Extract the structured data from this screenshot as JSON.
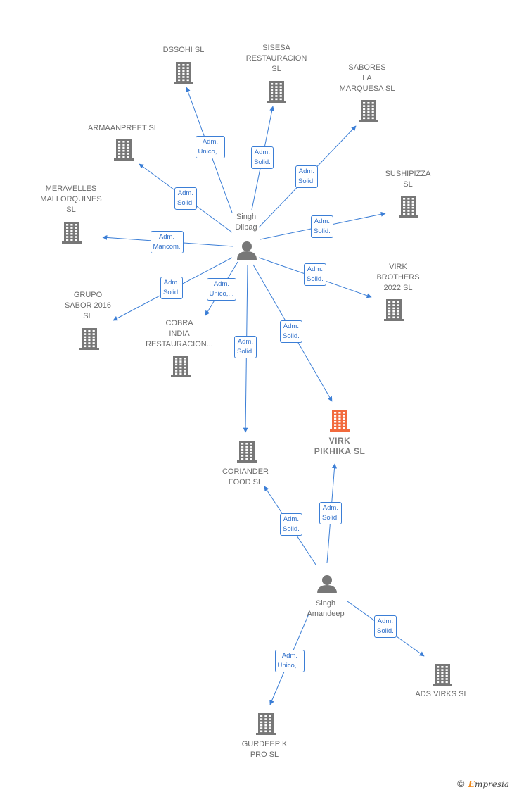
{
  "colors": {
    "edge": "#3b7ed6",
    "company": "#777777",
    "highlight": "#f26a3d",
    "person": "#777777"
  },
  "people": [
    {
      "id": "dilbag",
      "name": "Singh\nDilbag"
    },
    {
      "id": "amandeep",
      "name": "Singh\nAmandeep"
    }
  ],
  "companies": [
    {
      "id": "dssohi",
      "name": "DSSOHI  SL"
    },
    {
      "id": "sisesa",
      "name": "SISESA\nRESTAURACION\nSL"
    },
    {
      "id": "sabores",
      "name": "SABORES\nLA\nMARQUESA  SL"
    },
    {
      "id": "armaan",
      "name": "ARMAANPREET SL"
    },
    {
      "id": "sushi",
      "name": "SUSHIPIZZA\nSL"
    },
    {
      "id": "meravelles",
      "name": "MERAVELLES\nMALLORQUINES\nSL"
    },
    {
      "id": "virkbro",
      "name": "VIRK\nBROTHERS\n2022  SL"
    },
    {
      "id": "grupo",
      "name": "GRUPO\nSABOR 2016\nSL"
    },
    {
      "id": "cobra",
      "name": "COBRA\nINDIA\nRESTAURACION..."
    },
    {
      "id": "virkpik",
      "name": "VIRK\nPIKHIKA  SL",
      "highlight": true
    },
    {
      "id": "coriander",
      "name": "CORIANDER\nFOOD  SL"
    },
    {
      "id": "adsvirks",
      "name": "ADS VIRKS  SL"
    },
    {
      "id": "gurdeep",
      "name": "GURDEEP K\nPRO  SL"
    }
  ],
  "edges": [
    {
      "from": "dilbag",
      "to": "dssohi",
      "label": "Adm.\nUnico,..."
    },
    {
      "from": "dilbag",
      "to": "sisesa",
      "label": "Adm.\nSolid."
    },
    {
      "from": "dilbag",
      "to": "sabores",
      "label": "Adm.\nSolid."
    },
    {
      "from": "dilbag",
      "to": "armaan",
      "label": "Adm.\nSolid."
    },
    {
      "from": "dilbag",
      "to": "sushi",
      "label": "Adm.\nSolid."
    },
    {
      "from": "dilbag",
      "to": "meravelles",
      "label": "Adm.\nMancom."
    },
    {
      "from": "dilbag",
      "to": "virkbro",
      "label": "Adm.\nSolid."
    },
    {
      "from": "dilbag",
      "to": "grupo",
      "label": "Adm.\nSolid."
    },
    {
      "from": "dilbag",
      "to": "cobra",
      "label": "Adm.\nUnico,..."
    },
    {
      "from": "dilbag",
      "to": "virkpik",
      "label": "Adm.\nSolid."
    },
    {
      "from": "dilbag",
      "to": "coriander",
      "label": "Adm.\nSolid."
    },
    {
      "from": "amandeep",
      "to": "coriander",
      "label": "Adm.\nSolid."
    },
    {
      "from": "amandeep",
      "to": "virkpik",
      "label": "Adm.\nSolid."
    },
    {
      "from": "amandeep",
      "to": "adsvirks",
      "label": "Adm.\nSolid."
    },
    {
      "from": "amandeep",
      "to": "gurdeep",
      "label": "Adm.\nUnico,..."
    }
  ],
  "footer": {
    "copyright": "©",
    "brand_initial": "E",
    "brand_rest": "mpresia"
  }
}
